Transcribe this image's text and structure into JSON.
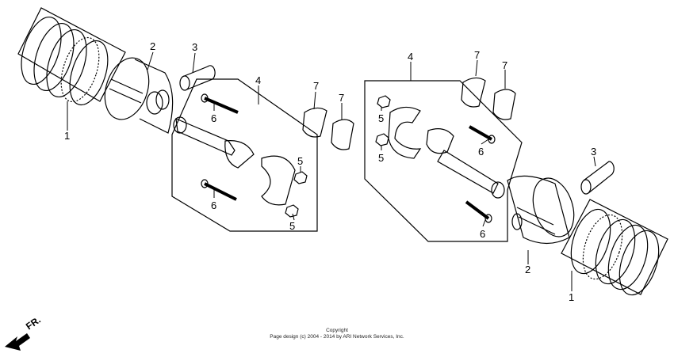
{
  "callouts": {
    "left": {
      "p1": "1",
      "p2": "2",
      "p3": "3",
      "p4": "4",
      "p5a": "5",
      "p5b": "5",
      "p6a": "6",
      "p6b": "6",
      "p7a": "7",
      "p7b": "7"
    },
    "right": {
      "p1": "1",
      "p2": "2",
      "p3": "3",
      "p4": "4",
      "p5a": "5",
      "p5b": "5",
      "p6a": "6",
      "p6b": "6",
      "p7a": "7",
      "p7b": "7"
    }
  },
  "direction_label": "FR.",
  "copyright": {
    "line1": "Copyright",
    "line2": "Page design (c) 2004 - 2014 by ARI Network Services, Inc."
  }
}
